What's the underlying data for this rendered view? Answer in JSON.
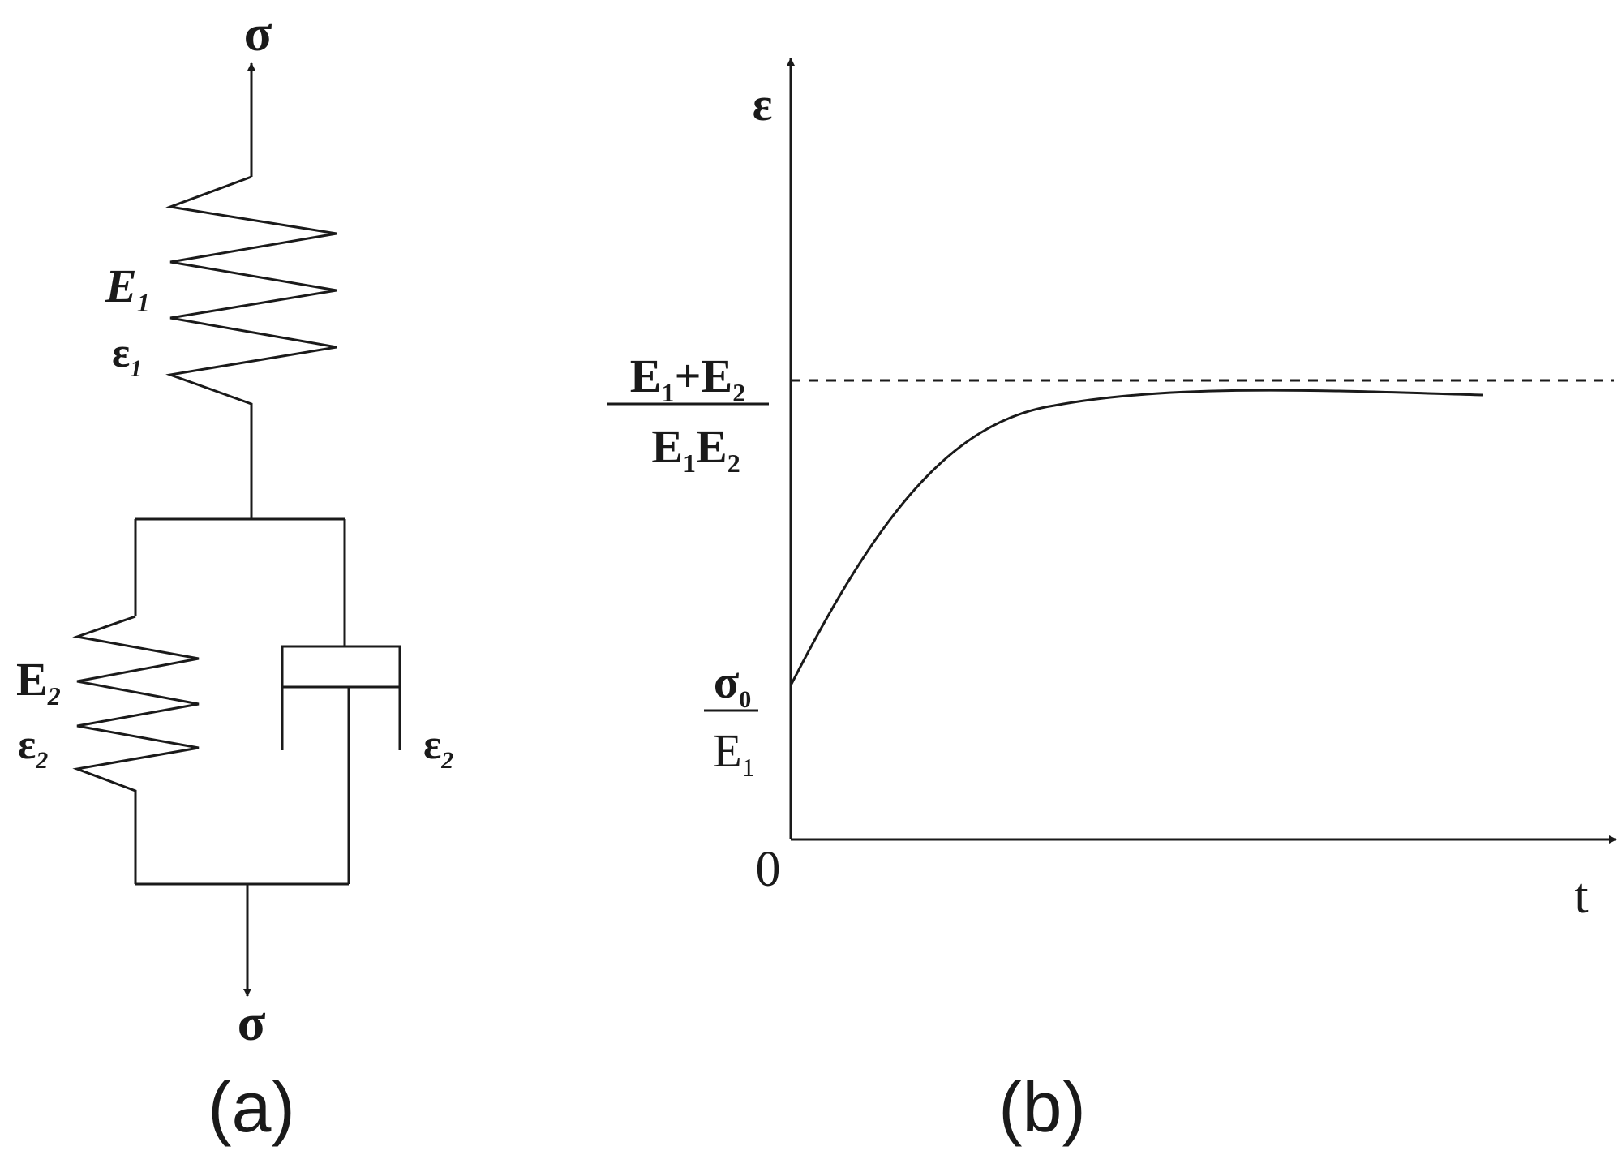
{
  "panel_a": {
    "caption": "(a)",
    "stress_top": "σ",
    "stress_bottom": "σ",
    "spring1": {
      "modulus": "E",
      "modulus_sub": "1",
      "strain": "ε",
      "strain_sub": "1"
    },
    "spring2": {
      "modulus": "E",
      "modulus_sub": "2",
      "strain": "ε",
      "strain_sub": "2"
    },
    "dashpot": {
      "strain": "ε",
      "strain_sub": "2"
    }
  },
  "panel_b": {
    "caption": "(b)",
    "y_axis_label": "ε",
    "x_axis_label": "t",
    "origin_label": "0",
    "asymptote_label": {
      "num": [
        "E",
        "1",
        "+E",
        "2"
      ],
      "den": [
        "E",
        "1",
        "E",
        "2"
      ]
    },
    "intercept_label": {
      "num": [
        "σ",
        "0"
      ],
      "den": [
        "E",
        "1"
      ]
    }
  },
  "colors": {
    "ink": "#1a1a1a",
    "background": "#ffffff"
  }
}
